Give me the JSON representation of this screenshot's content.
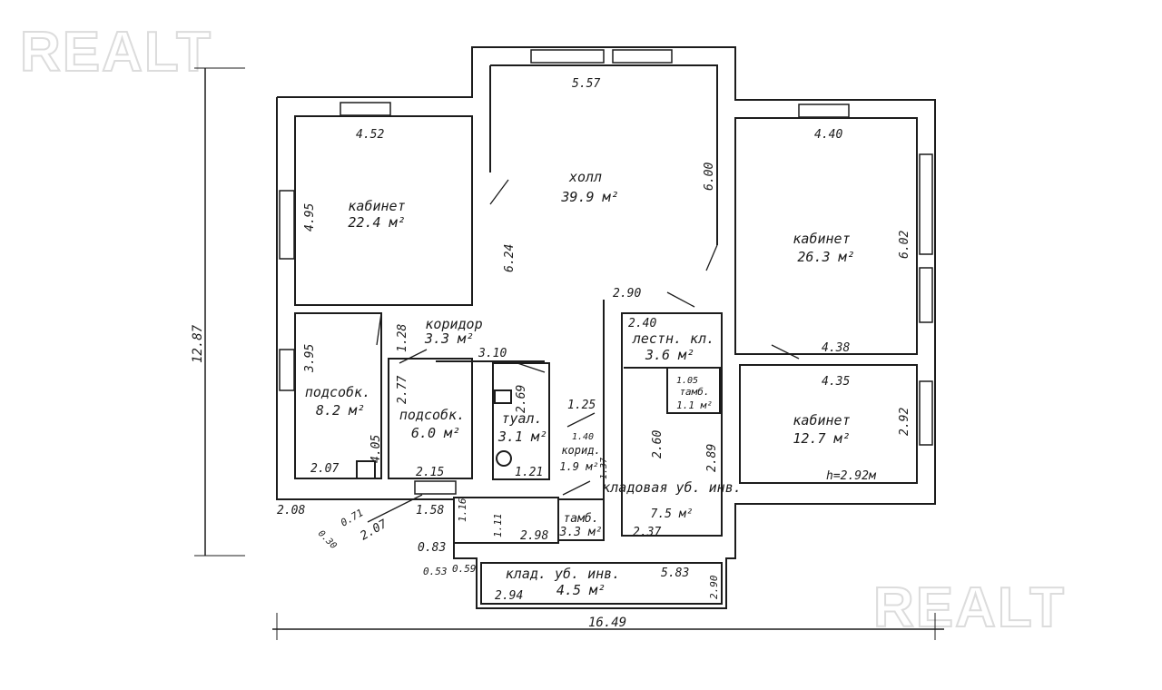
{
  "watermark": "REALT",
  "overall": {
    "height": "12.87",
    "width": "16.49"
  },
  "rooms": [
    {
      "name": "кабинет",
      "area": "22.4 м²"
    },
    {
      "name": "холл",
      "area": "39.9 м²"
    },
    {
      "name": "кабинет",
      "area": "26.3 м²"
    },
    {
      "name": "кабинет",
      "area": "12.7 м²"
    },
    {
      "name": "коридор",
      "area": "3.3 м²"
    },
    {
      "name": "подсобк.",
      "area": "8.2 м²"
    },
    {
      "name": "подсобк.",
      "area": "6.0 м²"
    },
    {
      "name": "туал.",
      "area": "3.1 м²"
    },
    {
      "name": "корид.",
      "area": "1.9 м²"
    },
    {
      "name": "лестн. кл.",
      "area": "3.6 м²"
    },
    {
      "name": "тамб.",
      "area": "1.1 м²"
    },
    {
      "name": "кладовая уб. инв.",
      "area": "7.5 м²"
    },
    {
      "name": "тамб.",
      "area": "3.3 м²"
    },
    {
      "name": "клад. уб. инв.",
      "area": "4.5 м²"
    }
  ],
  "ceiling_height": "h=2.92м",
  "dims": [
    "4.52",
    "4.95",
    "6.24",
    "5.57",
    "6.00",
    "4.40",
    "6.02",
    "4.38",
    "4.35",
    "2.92",
    "2.90",
    "2.40",
    "1.05",
    "2.60",
    "2.89",
    "2.37",
    "3.95",
    "4.05",
    "2.07",
    "1.28",
    "2.77",
    "3.10",
    "2.69",
    "1.25",
    "1.40",
    "1.37",
    "2.15",
    "1.21",
    "1.58",
    "2.07",
    "2.08",
    "0.71",
    "0.30",
    "1.16",
    "1.11",
    "2.98",
    "0.83",
    "0.53",
    "0.59",
    "5.83",
    "2.90",
    "2.94"
  ]
}
